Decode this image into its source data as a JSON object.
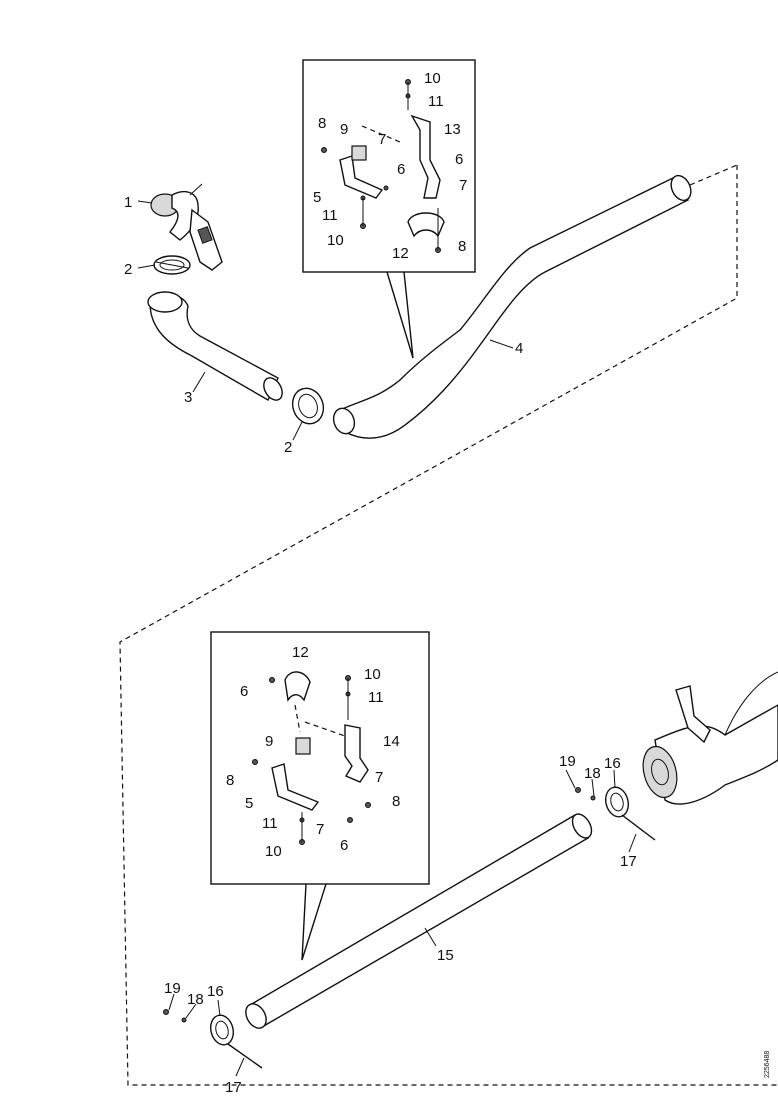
{
  "callouts": {
    "top": [
      {
        "id": "c1",
        "text": "1"
      },
      {
        "id": "c2a",
        "text": "2"
      },
      {
        "id": "c2b",
        "text": "2"
      },
      {
        "id": "c3",
        "text": "3"
      },
      {
        "id": "c4",
        "text": "4"
      }
    ],
    "top_inset": [
      {
        "id": "t10a",
        "text": "10"
      },
      {
        "id": "t11a",
        "text": "11"
      },
      {
        "id": "t8a",
        "text": "8"
      },
      {
        "id": "t9",
        "text": "9"
      },
      {
        "id": "t7a",
        "text": "7"
      },
      {
        "id": "t13",
        "text": "13"
      },
      {
        "id": "t6a",
        "text": "6"
      },
      {
        "id": "t6b",
        "text": "6"
      },
      {
        "id": "t5",
        "text": "5"
      },
      {
        "id": "t7b",
        "text": "7"
      },
      {
        "id": "t11b",
        "text": "11"
      },
      {
        "id": "t10b",
        "text": "10"
      },
      {
        "id": "t12",
        "text": "12"
      },
      {
        "id": "t8b",
        "text": "8"
      }
    ],
    "bottom_inset": [
      {
        "id": "b12",
        "text": "12"
      },
      {
        "id": "b10a",
        "text": "10"
      },
      {
        "id": "b6a",
        "text": "6"
      },
      {
        "id": "b11a",
        "text": "11"
      },
      {
        "id": "b9",
        "text": "9"
      },
      {
        "id": "b14",
        "text": "14"
      },
      {
        "id": "b8a",
        "text": "8"
      },
      {
        "id": "b7a",
        "text": "7"
      },
      {
        "id": "b5",
        "text": "5"
      },
      {
        "id": "b8b",
        "text": "8"
      },
      {
        "id": "b11b",
        "text": "11"
      },
      {
        "id": "b7b",
        "text": "7"
      },
      {
        "id": "b10b",
        "text": "10"
      },
      {
        "id": "b6b",
        "text": "6"
      }
    ],
    "bottom": [
      {
        "id": "r19",
        "text": "19"
      },
      {
        "id": "r18",
        "text": "18"
      },
      {
        "id": "r16",
        "text": "16"
      },
      {
        "id": "r17",
        "text": "17"
      },
      {
        "id": "c15",
        "text": "15"
      },
      {
        "id": "l19",
        "text": "19"
      },
      {
        "id": "l18",
        "text": "18"
      },
      {
        "id": "l16",
        "text": "16"
      },
      {
        "id": "l17",
        "text": "17"
      }
    ]
  },
  "part_code": "2256488"
}
